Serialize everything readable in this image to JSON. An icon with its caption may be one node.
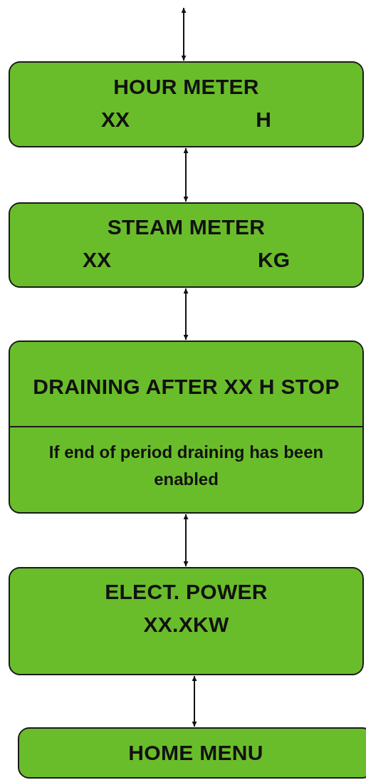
{
  "diagram": {
    "nodes": [
      {
        "text": [
          "HOUR METER",
          "XX",
          "H"
        ]
      },
      {
        "text": [
          "STEAM METER",
          "XX",
          "KG"
        ]
      },
      {
        "text": [
          "DRAINING AFTER XX H STOP",
          "If end of period draining has been enabled"
        ]
      },
      {
        "text": [
          "ELECT. POWER",
          "XX.XKW"
        ]
      },
      {
        "text": [
          "HOME MENU"
        ]
      }
    ],
    "edges": [
      {
        "from": null,
        "to": 0,
        "arrow": "both"
      },
      {
        "from": 0,
        "to": 1,
        "arrow": "both"
      },
      {
        "from": 1,
        "to": 2,
        "arrow": "both"
      },
      {
        "from": 2,
        "to": 3,
        "arrow": "both"
      },
      {
        "from": 3,
        "to": 4,
        "arrow": "both"
      }
    ]
  }
}
